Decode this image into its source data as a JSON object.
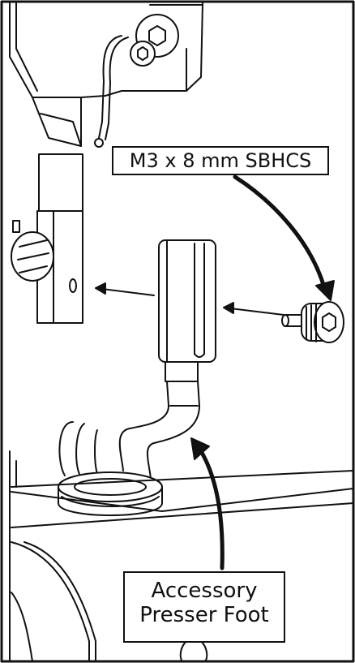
{
  "callouts": {
    "screw": {
      "label": "M3 x 8 mm SBHCS"
    },
    "presser_foot": {
      "line1": "Accessory",
      "line2": "Presser Foot"
    }
  },
  "colors": {
    "line": "#111111",
    "fill": "#ffffff",
    "shade": "#d9d9d9"
  }
}
